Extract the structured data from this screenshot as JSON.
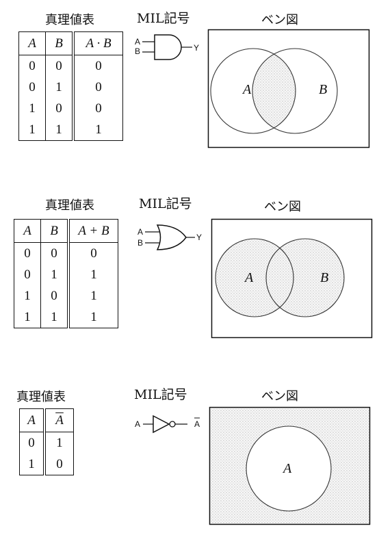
{
  "sections": [
    {
      "truth_table_title": "真理値表",
      "mil_title": "MIL記号",
      "venn_title": "ベン図",
      "table": {
        "headers": [
          "A",
          "B",
          "A · B"
        ],
        "rows": [
          [
            "0",
            "0",
            "0"
          ],
          [
            "0",
            "1",
            "0"
          ],
          [
            "1",
            "0",
            "0"
          ],
          [
            "1",
            "1",
            "1"
          ]
        ]
      },
      "gate_labels": {
        "input_a": "A",
        "input_b": "B",
        "output": "Y"
      },
      "venn_labels": {
        "left": "A",
        "right": "B"
      }
    },
    {
      "truth_table_title": "真理値表",
      "mil_title": "MIL記号",
      "venn_title": "ベン図",
      "table": {
        "headers": [
          "A",
          "B",
          "A + B"
        ],
        "rows": [
          [
            "0",
            "0",
            "0"
          ],
          [
            "0",
            "1",
            "1"
          ],
          [
            "1",
            "0",
            "1"
          ],
          [
            "1",
            "1",
            "1"
          ]
        ]
      },
      "gate_labels": {
        "input_a": "A",
        "input_b": "B",
        "output": "Y"
      },
      "venn_labels": {
        "left": "A",
        "right": "B"
      }
    },
    {
      "truth_table_title": "真理値表",
      "mil_title": "MIL記号",
      "venn_title": "ベン図",
      "table": {
        "headers": [
          "A",
          "A"
        ],
        "rows": [
          [
            "0",
            "1"
          ],
          [
            "1",
            "0"
          ]
        ]
      },
      "gate_labels": {
        "input_a": "A",
        "output": "A"
      },
      "venn_labels": {
        "inner": "A"
      }
    }
  ]
}
